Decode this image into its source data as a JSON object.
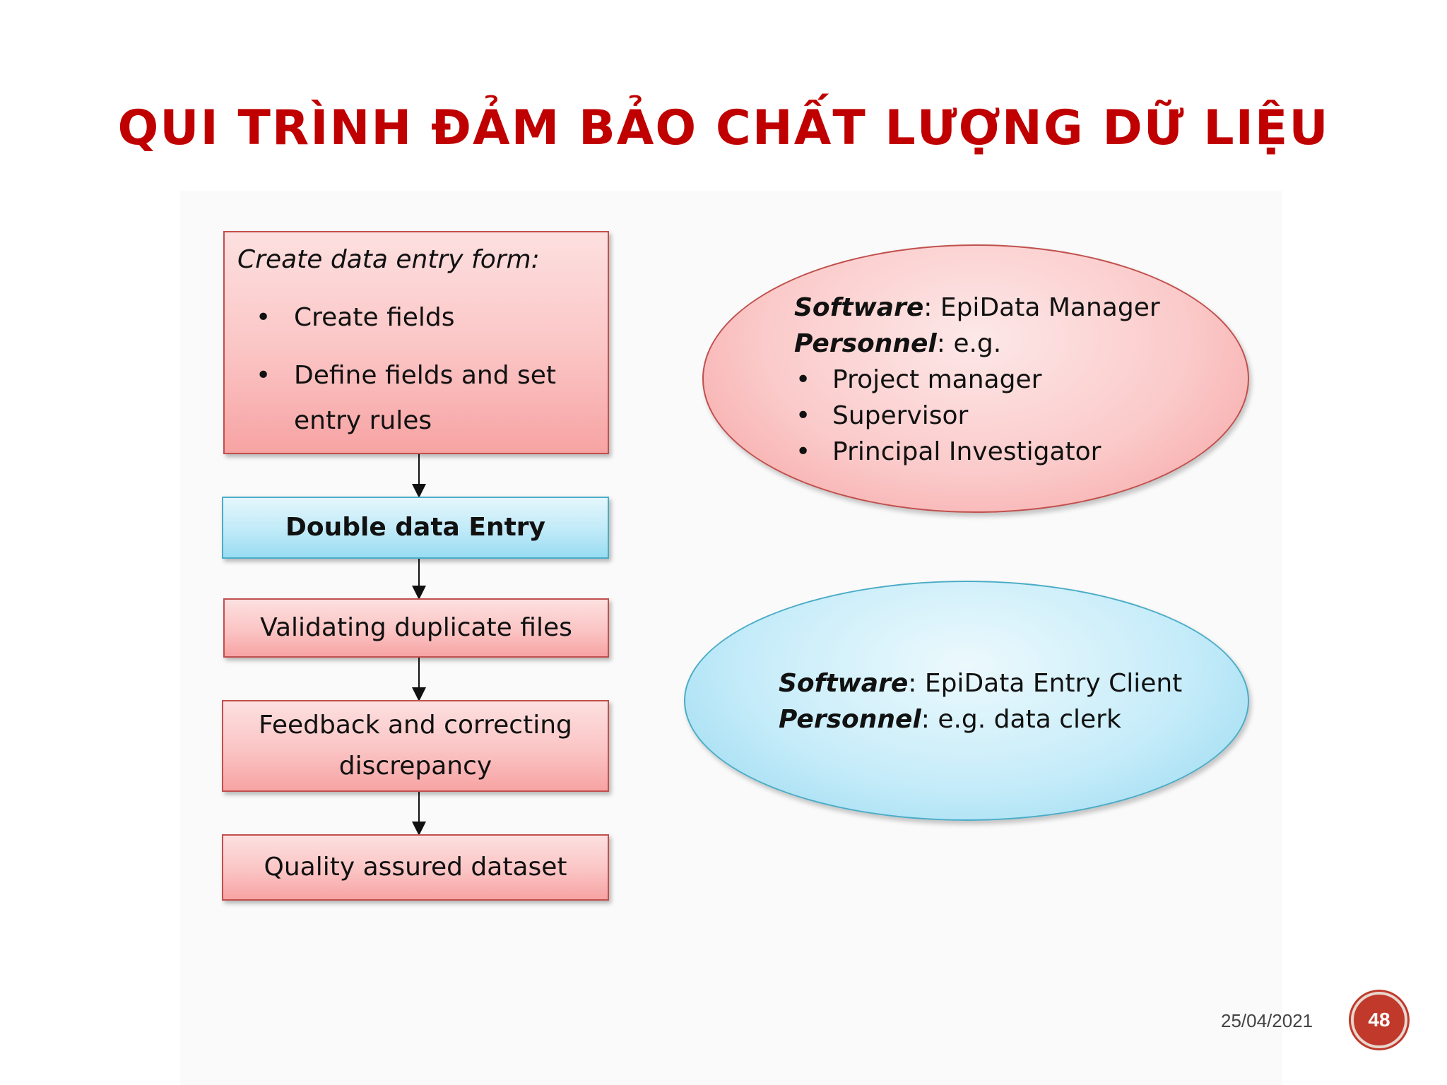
{
  "title": "QUI TRÌNH ĐẢM BẢO CHẤT LƯỢNG DỮ LIỆU",
  "flow": {
    "create_form": {
      "heading": "Create data entry form:",
      "items": [
        "Create fields",
        "Define fields and set",
        "entry rules"
      ]
    },
    "double_entry": "Double data Entry",
    "validating": "Validating duplicate files",
    "feedback": [
      "Feedback and correcting",
      "discrepancy"
    ],
    "quality": "Quality assured dataset"
  },
  "manager_ellipse": {
    "software_label": "Software",
    "software_value": ": EpiData Manager",
    "personnel_label": "Personnel",
    "personnel_value": ": e.g.",
    "roles": [
      "Project manager",
      "Supervisor",
      "Principal Investigator"
    ]
  },
  "client_ellipse": {
    "software_label": "Software",
    "software_value": ": EpiData Entry Client",
    "personnel_label": "Personnel",
    "personnel_value": ": e.g. data clerk"
  },
  "footer": {
    "date": "25/04/2021",
    "page": "48"
  },
  "colors": {
    "title": "#c00000",
    "pink_fill": "#fbc4c4",
    "pink_border": "#c0504d",
    "blue_fill": "#bfeaf8",
    "blue_border": "#4bacc6",
    "badge": "#c0392b"
  }
}
